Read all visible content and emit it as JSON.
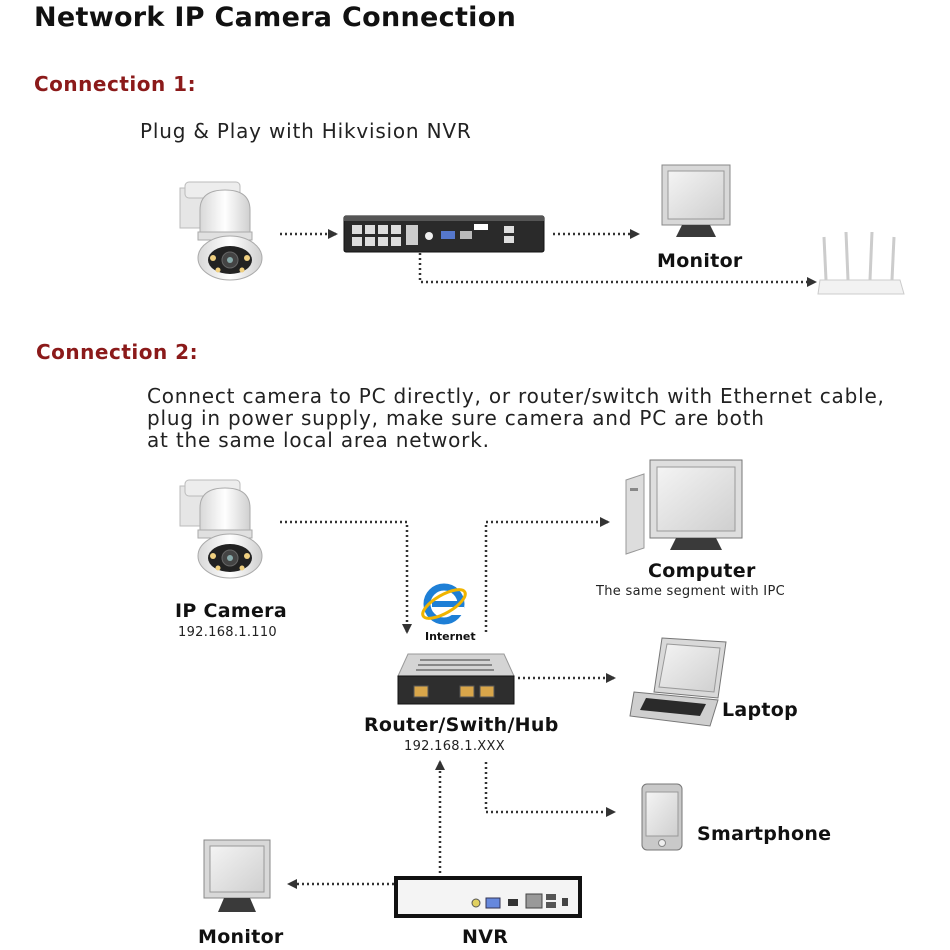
{
  "title": "Network IP Camera Connection",
  "connection1": {
    "heading": "Connection 1:",
    "description": "Plug & Play with Hikvision NVR",
    "monitor_label": "Monitor"
  },
  "connection2": {
    "heading": "Connection 2:",
    "description_lines": [
      "Connect camera to PC directly, or router/switch with Ethernet cable,",
      "plug in power supply, make sure camera and PC are both",
      "at the same local area network."
    ],
    "camera_label": "IP Camera",
    "camera_ip": "192.168.1.110",
    "internet_label": "Internet",
    "router_label": "Router/Swith/Hub",
    "router_ip": "192.168.1.XXX",
    "computer_label": "Computer",
    "computer_sub": "The same segment with IPC",
    "laptop_label": "Laptop",
    "smartphone_label": "Smartphone",
    "monitor_label": "Monitor",
    "nvr_label": "NVR"
  },
  "colors": {
    "heading": "#8b1a1a",
    "arrow": "#333333",
    "internet_blue": "#1e7fd6"
  },
  "icons": [
    "ptz-camera-icon",
    "nvr-device-icon",
    "monitor-icon",
    "wifi-router-icon",
    "internet-explorer-icon",
    "network-switch-icon",
    "computer-icon",
    "laptop-icon",
    "smartphone-icon"
  ]
}
